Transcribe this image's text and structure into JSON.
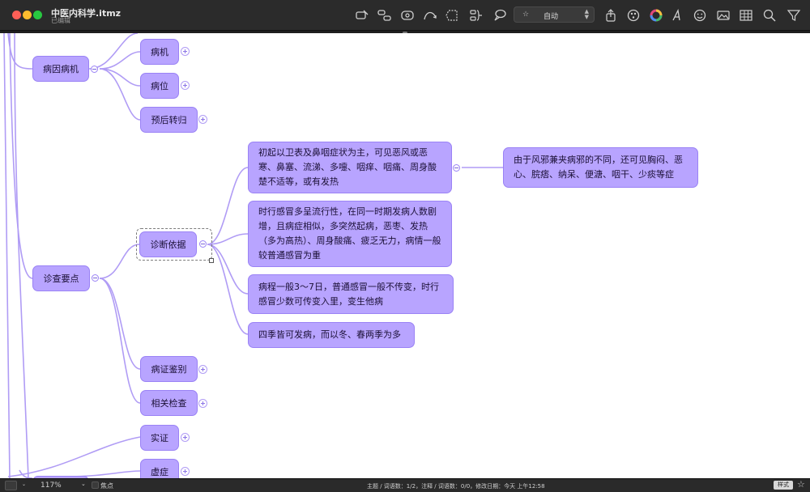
{
  "window": {
    "title": "中医内科学.itmz",
    "subtitle": "已编辑",
    "theme_selector": {
      "value": "自动"
    },
    "toolbar_icons": [
      "insert-topic-icon",
      "insert-subtopic-icon",
      "insert-floating-icon",
      "relationship-icon",
      "boundary-icon",
      "summary-icon",
      "callout-icon",
      "share-icon",
      "style-icon",
      "color-icon",
      "text-icon",
      "emoji-icon",
      "image-icon",
      "table-icon",
      "search-icon",
      "filter-icon"
    ]
  },
  "mindmap": {
    "nodes": {
      "bingyin": "病因病机",
      "bingji": "病机",
      "bingwei": "病位",
      "yuhou": "预后转归",
      "zhencha": "诊查要点",
      "zhenduan": "诊断依据",
      "zd1": "初起以卫表及鼻咽症状为主，可见恶风或恶寒、鼻塞、流涕、多嚏、咽痒、咽痛、周身酸楚不适等，或有发热",
      "zd1_child": "由于风邪兼夹病邪的不同，还可见胸闷、恶心、脘痞、纳呆、便溏、咽干、少痰等症",
      "zd2": "时行感冒多呈流行性，在同一时期发病人数剧增，且病症相似，多突然起病，恶枣、发热（多为高热）、周身酸痛、疲乏无力，病情一般较普通感冒为重",
      "zd3": "病程一般3～7日，普通感冒一般不传变，时行感冒少数可传变入里，变生他病",
      "zd4": "四季皆可发病，而以冬、春两季为多",
      "jianbie": "病证鉴别",
      "jiancha": "相关检查",
      "shizheng": "实证",
      "xuzheng": "虚症"
    }
  },
  "statusbar": {
    "zoom": "117%",
    "focus_label": "焦点",
    "stats": "主题 / 词语数：1/2，注释 / 词语数：0/0，修改日期：今天 上午12:58",
    "style_button": "样式"
  },
  "colors": {
    "node_fill": "#b8a4ff",
    "node_border": "#9a82f5",
    "line": "#b09cf5"
  }
}
